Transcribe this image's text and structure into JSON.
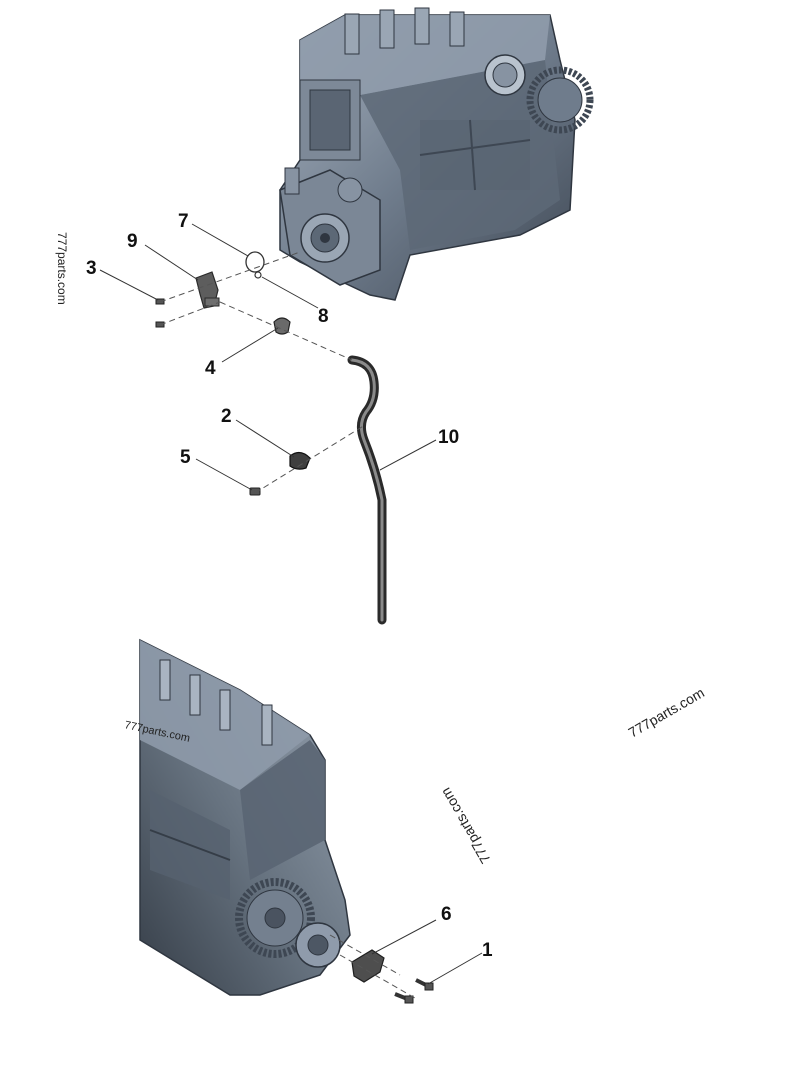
{
  "callouts": {
    "c1": "1",
    "c2": "2",
    "c3": "3",
    "c4": "4",
    "c5": "5",
    "c6": "6",
    "c7": "7",
    "c8": "8",
    "c9": "9",
    "c10": "10"
  },
  "watermarks": {
    "w1": "777parts.com",
    "w2": "777parts.com",
    "w3": "777parts.com",
    "w4": "777parts.com"
  },
  "colors": {
    "engine_body": "#6f7c8c",
    "engine_shadow": "#3e4753",
    "engine_highlight": "#a9b4c1",
    "part_dark": "#4a4a4a"
  }
}
